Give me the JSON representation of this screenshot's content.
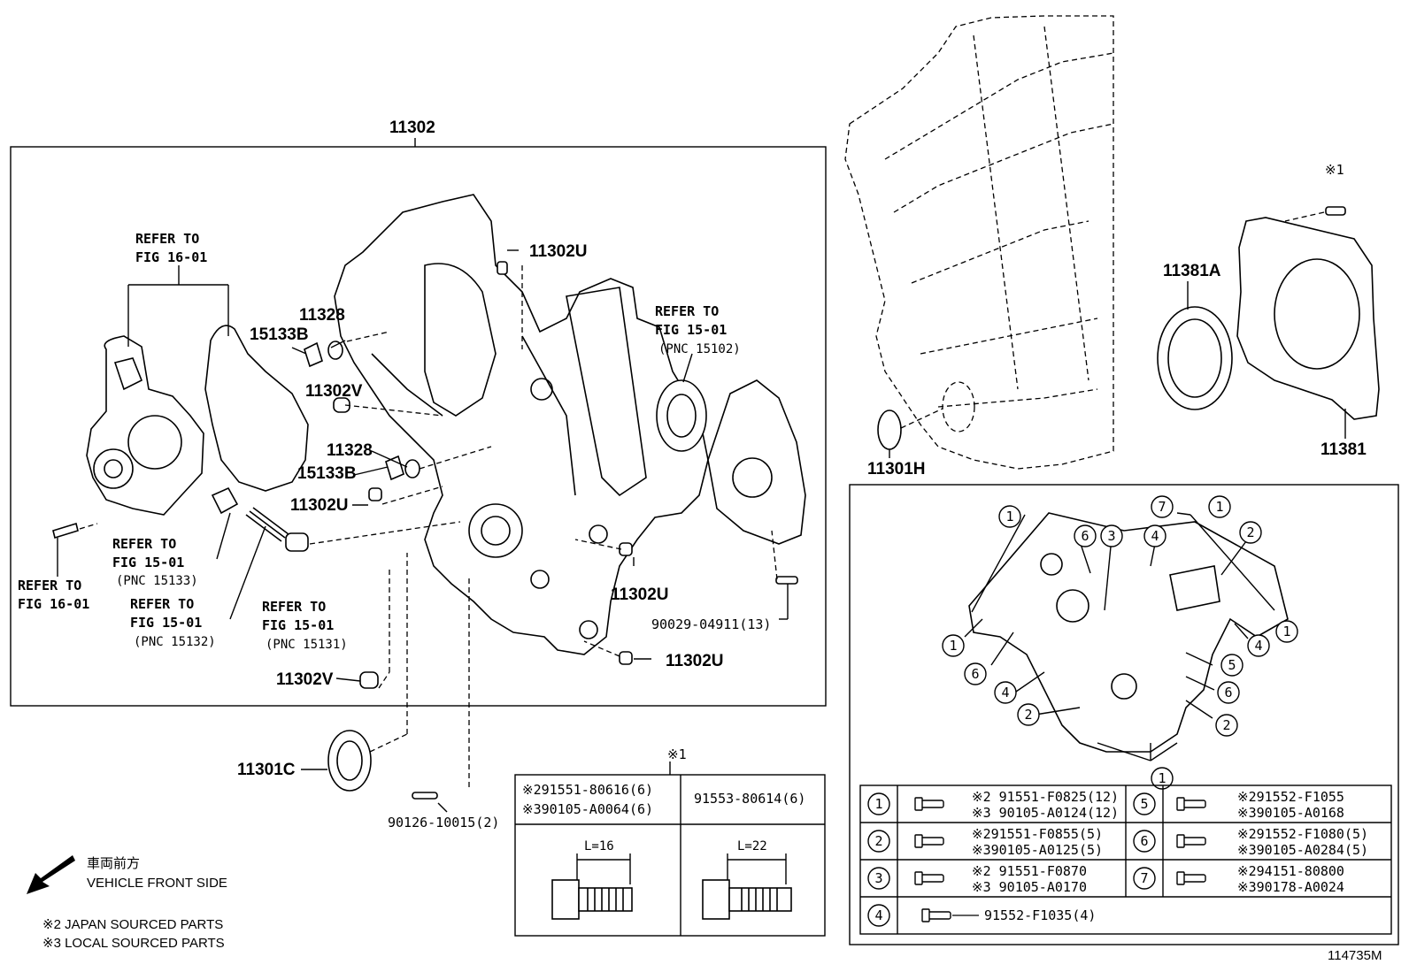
{
  "labels": {
    "main_assembly": "11302",
    "u1": "11302U",
    "u2": "11302U",
    "u3": "11302U",
    "u4": "11302U",
    "v1": "11302V",
    "v2": "11302V",
    "p11328a": "11328",
    "p11328b": "11328",
    "p15133a": "15133B",
    "p15133b": "15133B",
    "p11301c": "11301C",
    "p11301h": "11301H",
    "p11381a": "11381A",
    "p11381": "11381",
    "bolt_13": "90029-04911(13)",
    "stud": "90126-10015(2)",
    "diagram_id": "114735M"
  },
  "refs": {
    "r1a": "REFER TO",
    "r1b": "FIG 16-01",
    "r2a": "REFER TO",
    "r2b": "FIG 15-01",
    "r2c": "(PNC 15102)",
    "r3a": "REFER TO",
    "r3b": "FIG 15-01",
    "r3c": "(PNC 15133)",
    "r4a": "REFER TO",
    "r4b": "FIG 16-01",
    "r5a": "REFER TO",
    "r5b": "FIG 15-01",
    "r5c": "(PNC 15132)",
    "r6a": "REFER TO",
    "r6b": "FIG 15-01",
    "r6c": "(PNC 15131)"
  },
  "marks": {
    "x1_top": "※1",
    "x1_bolt": "※1"
  },
  "bolt_table": {
    "col1_a": "※291551-80616(6)",
    "col1_b": "※390105-A0064(6)",
    "col2": "91553-80614(6)",
    "len1": "L=16",
    "len2": "L=22"
  },
  "legend": {
    "direction_jp": "車両前方",
    "direction_en": "VEHICLE FRONT SIDE",
    "note2": "※2 JAPAN SOURCED PARTS",
    "note3": "※3 LOCAL SOURCED PARTS"
  },
  "circle_digits": [
    "1",
    "2",
    "3",
    "4",
    "5",
    "6",
    "7"
  ],
  "key_table": [
    {
      "num": "1",
      "a": "※2 91551-F0825(12)",
      "b": "※3 90105-A0124(12)"
    },
    {
      "num": "2",
      "a": "※291551-F0855(5)",
      "b": "※390105-A0125(5)"
    },
    {
      "num": "3",
      "a": "※2 91551-F0870",
      "b": "※3 90105-A0170"
    },
    {
      "num": "4",
      "a": "91552-F1035(4)",
      "b": ""
    },
    {
      "num": "5",
      "a": "※291552-F1055",
      "b": "※390105-A0168"
    },
    {
      "num": "6",
      "a": "※291552-F1080(5)",
      "b": "※390105-A0284(5)"
    },
    {
      "num": "7",
      "a": "※294151-80800",
      "b": "※390178-A0024"
    }
  ]
}
